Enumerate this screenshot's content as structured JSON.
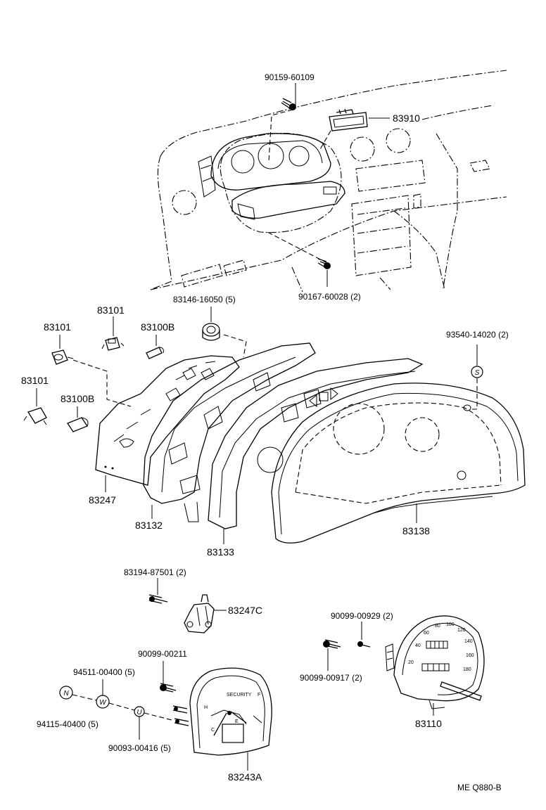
{
  "parts": {
    "p90159": "90159-60109",
    "p83910": "83910",
    "p90167": "90167-60028 (2)",
    "p83146": "83146-16050 (5)",
    "p83101a": "83101",
    "p83101b": "83101",
    "p83101c": "83101",
    "p83100Ba": "83100B",
    "p83100Bb": "83100B",
    "p93540": "93540-14020 (2)",
    "p83247": "83247",
    "p83132": "83132",
    "p83133": "83133",
    "p83138": "83138",
    "p83194": "83194-87501 (2)",
    "p83247C": "83247C",
    "p90099_00929": "90099-00929 (2)",
    "p90099_00917": "90099-00917 (2)",
    "p83110": "83110",
    "p90099_00211": "90099-00211",
    "p94511": "94511-00400 (5)",
    "p94115": "94115-40400 (5)",
    "p90093": "90093-00416 (5)",
    "p83243A": "83243A"
  },
  "symbols": {
    "s": "S",
    "n": "N",
    "w": "W",
    "u": "U"
  },
  "gauge_text": {
    "h": "H",
    "c": "C",
    "e": "E",
    "f": "F",
    "security": "SECURITY"
  },
  "speedo_numbers": [
    "20",
    "40",
    "60",
    "80",
    "100",
    "120",
    "140",
    "160",
    "180"
  ],
  "footer": {
    "code": "ME  Q880-B"
  }
}
